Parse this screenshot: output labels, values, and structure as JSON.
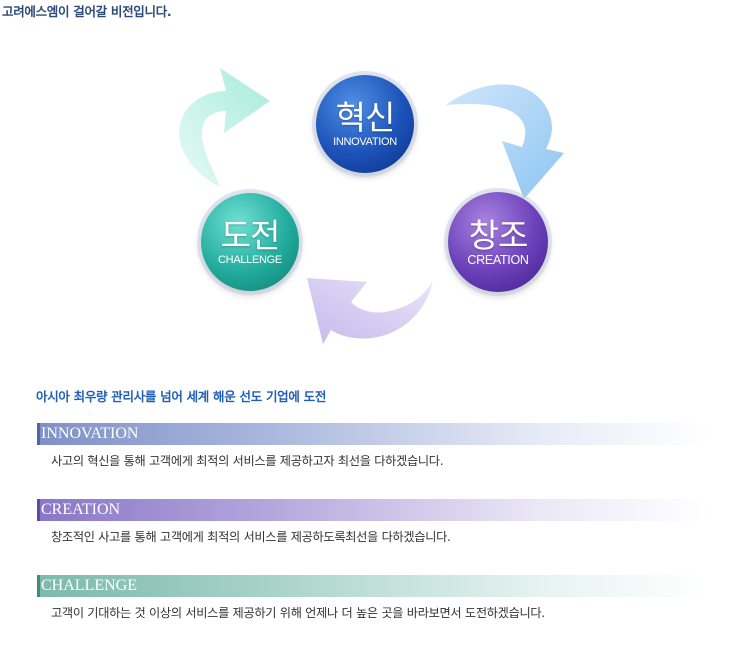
{
  "heading": "고려에스엠이 걸어갈 비전입니다.",
  "cycle": {
    "innovation": {
      "ko": "혁신",
      "en": "INNOVATION",
      "color": "#1c52b8"
    },
    "creation": {
      "ko": "창조",
      "en": "CREATION",
      "color": "#6a3fb8"
    },
    "challenge": {
      "ko": "도전",
      "en": "CHALLENGE",
      "color": "#22ab9d"
    }
  },
  "subtitle": "아시아 최우량 관리사를 넘어 세계 해운 선도 기업에 도전",
  "sections": {
    "innovation": {
      "title": "INNOVATION",
      "description": "사고의  혁신을 통해 고객에게 최적의 서비스를 제공하고자 최선을 다하겠습니다."
    },
    "creation": {
      "title": "CREATION",
      "description": "창조적인 사고를 통해 고객에게 최적의 서비스를 제공하도록최선을 다하겠습니다."
    },
    "challenge": {
      "title": "CHALLENGE",
      "description": "고객이 기대하는 것 이상의 서비스를 제공하기 위해 언제나 더 높은 곳을 바라보면서 도전하겠습니다."
    }
  }
}
